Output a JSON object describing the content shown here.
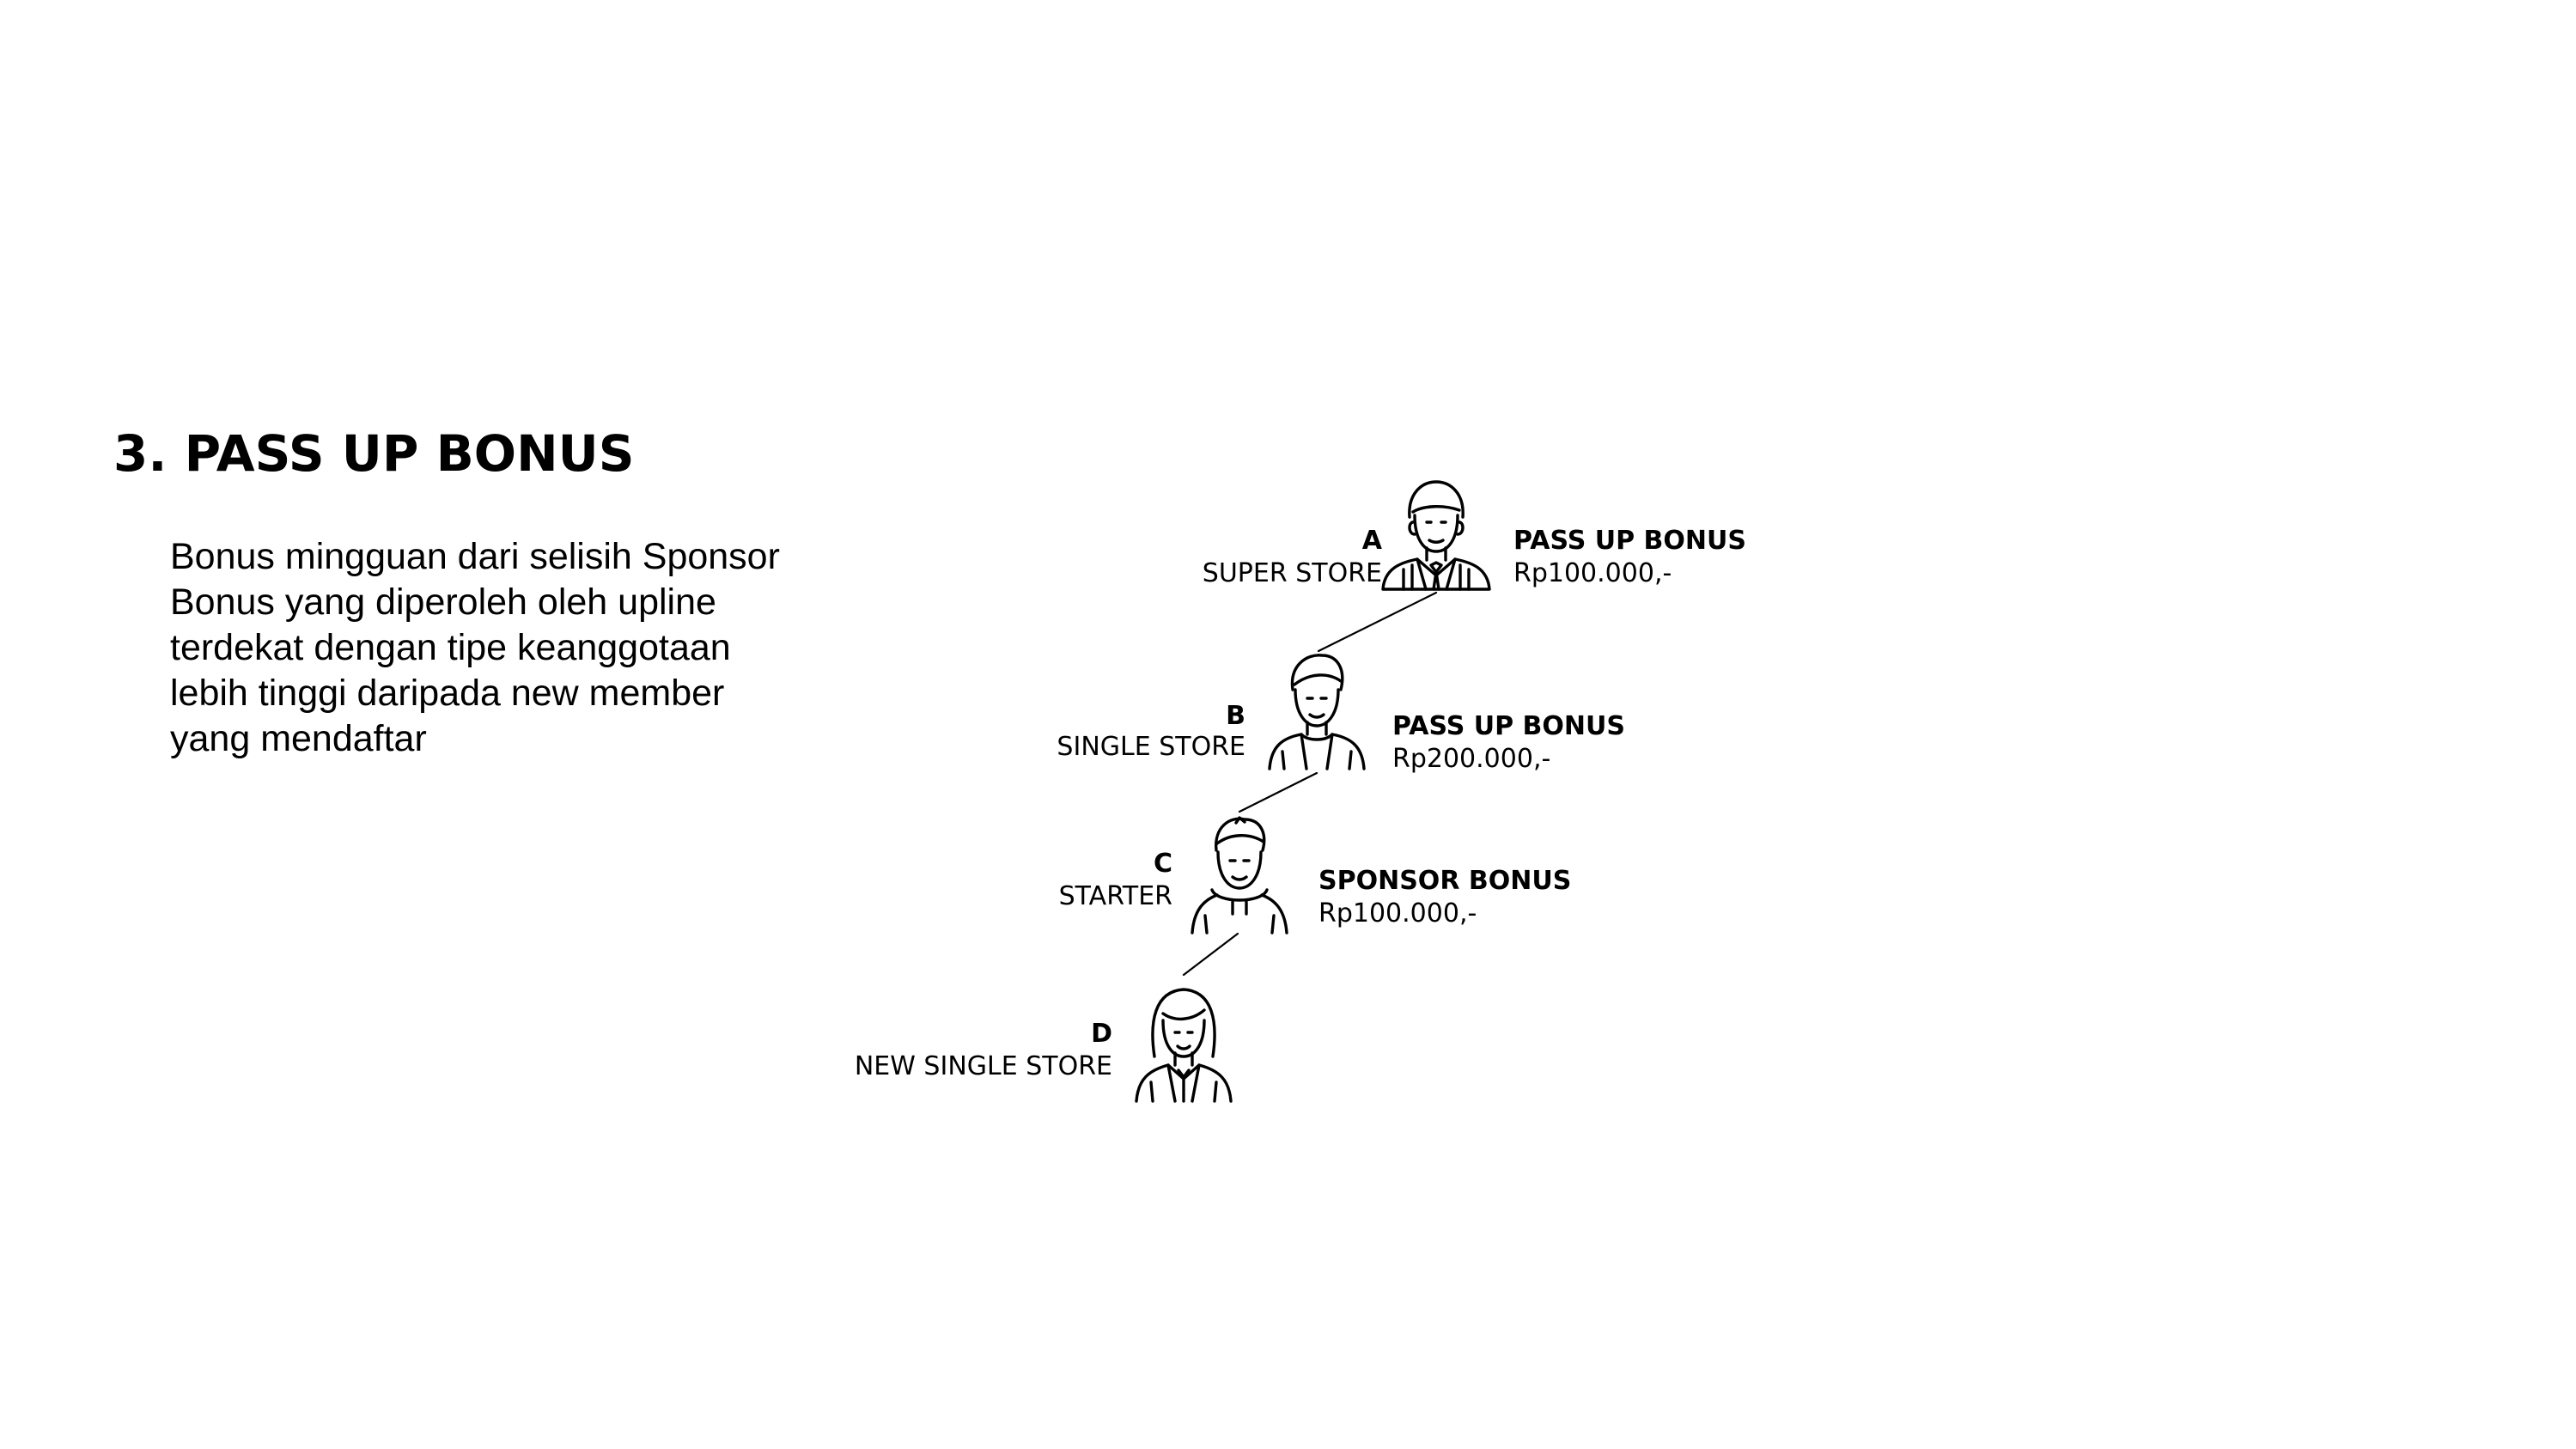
{
  "title": "3. PASS UP BONUS",
  "description_lines": [
    "Bonus mingguan dari selisih Sponsor",
    "Bonus yang diperoleh oleh upline",
    "terdekat dengan tipe keanggotaan",
    "lebih tinggi daripada new member",
    "yang mendaftar"
  ],
  "nodes": [
    {
      "letter": "A",
      "role": "SUPER STORE",
      "bonus_name": "PASS UP BONUS",
      "bonus_amount": "Rp100.000,-",
      "icon": "businessman-icon"
    },
    {
      "letter": "B",
      "role": "SINGLE STORE",
      "bonus_name": "PASS UP BONUS",
      "bonus_amount": "Rp200.000,-",
      "icon": "young-man-icon"
    },
    {
      "letter": "C",
      "role": "STARTER",
      "bonus_name": "SPONSOR BONUS",
      "bonus_amount": "Rp100.000,-",
      "icon": "hoodie-man-icon"
    },
    {
      "letter": "D",
      "role": "NEW SINGLE STORE",
      "icon": "woman-icon"
    }
  ]
}
